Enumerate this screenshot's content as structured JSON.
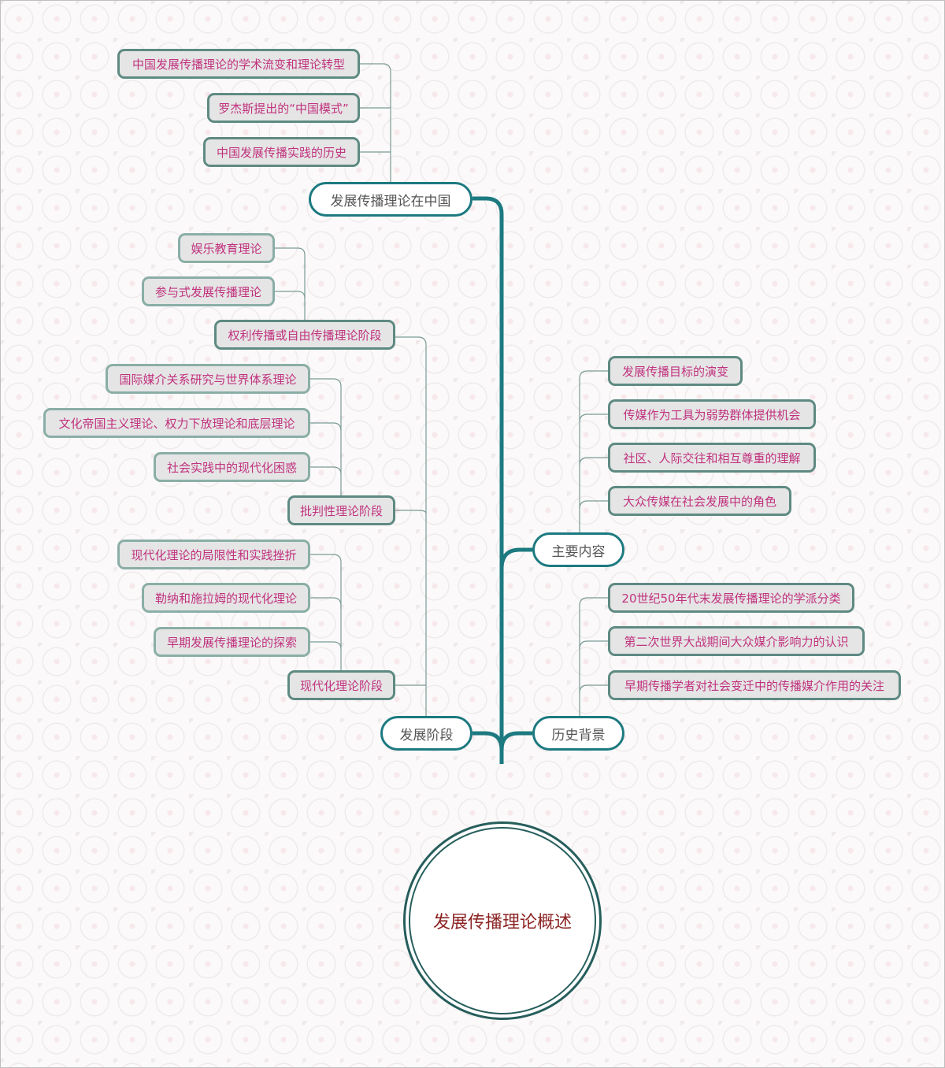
{
  "root": {
    "title": "发展传播理论概述"
  },
  "main_nodes": {
    "china": "发展传播理论在中国",
    "content": "主要内容",
    "stages": "发展阶段",
    "background": "历史背景"
  },
  "china_items": [
    "中国发展传播理论的学术流变和理论转型",
    "罗杰斯提出的“中国模式”",
    "中国发展传播实践的历史"
  ],
  "content_items": [
    "发展传播目标的演变",
    "传媒作为工具为弱势群体提供机会",
    "社区、人际交往和相互尊重的理解",
    "大众传媒在社会发展中的角色"
  ],
  "background_items": [
    "20世纪50年代末发展传播理论的学派分类",
    "第二次世界大战期间大众媒介影响力的认识",
    "早期传播学者对社会变迁中的传播媒介作用的关注"
  ],
  "stages": {
    "rights": {
      "label": "权利传播或自由传播理论阶段",
      "items": [
        "娱乐教育理论",
        "参与式发展传播理论"
      ]
    },
    "critical": {
      "label": "批判性理论阶段",
      "items": [
        "国际媒介关系研究与世界体系理论",
        "文化帝国主义理论、权力下放理论和底层理论",
        "社会实践中的现代化困惑"
      ]
    },
    "modern": {
      "label": "现代化理论阶段",
      "items": [
        "现代化理论的局限性和实践挫折",
        "勒纳和施拉姆的现代化理论",
        "早期发展传播理论的探索"
      ]
    }
  },
  "colors": {
    "trunk": "#1c7a80",
    "leaf_text": "#c1327e",
    "root_text": "#8c2424",
    "leaf_fill": "#e5e5e5"
  }
}
